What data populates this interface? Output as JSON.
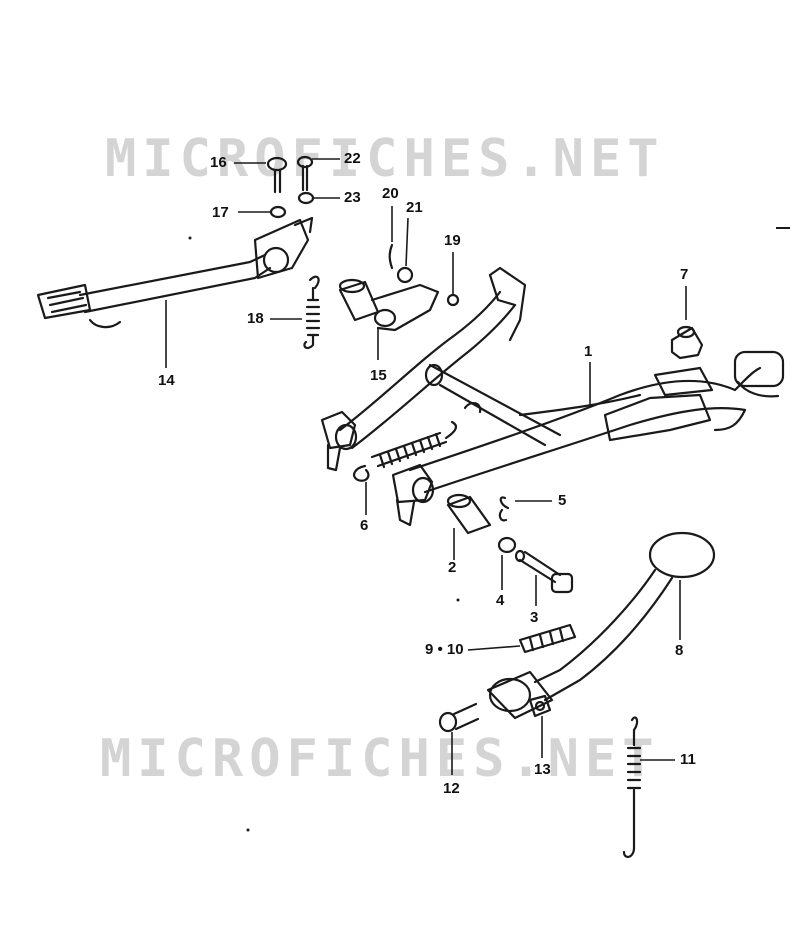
{
  "watermark": "MICROFICHES.NET",
  "colors": {
    "ink": "#1a1a1a",
    "watermark": "#d4d4d4",
    "background": "#ffffff"
  },
  "callouts": [
    {
      "id": "1",
      "text": "1"
    },
    {
      "id": "2",
      "text": "2"
    },
    {
      "id": "3",
      "text": "3"
    },
    {
      "id": "4",
      "text": "4"
    },
    {
      "id": "5",
      "text": "5"
    },
    {
      "id": "6",
      "text": "6"
    },
    {
      "id": "7",
      "text": "7"
    },
    {
      "id": "8",
      "text": "8"
    },
    {
      "id": "9-10",
      "text": "9 • 10"
    },
    {
      "id": "11",
      "text": "11"
    },
    {
      "id": "12",
      "text": "12"
    },
    {
      "id": "13",
      "text": "13"
    },
    {
      "id": "14",
      "text": "14"
    },
    {
      "id": "15",
      "text": "15"
    },
    {
      "id": "16",
      "text": "16"
    },
    {
      "id": "17",
      "text": "17"
    },
    {
      "id": "18",
      "text": "18"
    },
    {
      "id": "19",
      "text": "19"
    },
    {
      "id": "20",
      "text": "20"
    },
    {
      "id": "21",
      "text": "21"
    },
    {
      "id": "22",
      "text": "22"
    },
    {
      "id": "23",
      "text": "23"
    }
  ]
}
